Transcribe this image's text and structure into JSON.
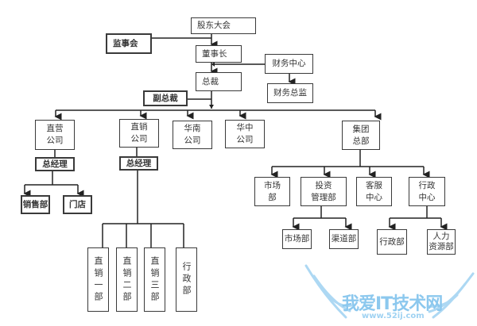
{
  "diagram": {
    "title": "Organization Chart",
    "nodes": {
      "shareholders": "股东大会",
      "supervisory_board": "监事会",
      "chairman": "董事长",
      "finance_center": "财务中心",
      "president": "总裁",
      "finance_director": "财务总监",
      "vice_president": "副总裁",
      "direct_op_company": "直营\n公司",
      "direct_sales_company": "直销\n公司",
      "south_china_company": "华南\n公司",
      "central_china_company": "华中\n公司",
      "group_hq": "集团\n总部",
      "gm_direct_op": "总经理",
      "gm_direct_sales": "总经理",
      "sales_dept": "销售部",
      "store": "门店",
      "direct_sales_1": "直销一部",
      "direct_sales_2": "直销二部",
      "direct_sales_3": "直销三部",
      "admin_dept_sales": "行政部",
      "marketing_dept": "市场\n部",
      "investment_dept": "投资\n管理部",
      "customer_service": "客服\n中心",
      "admin_center": "行政\n中心",
      "market_dept": "市场部",
      "channel_dept": "渠道部",
      "admin_dept": "行政部",
      "hr_dept": "人力\n资源部"
    },
    "watermark": {
      "title": "我爱IT技术网",
      "url": "www.52ij.com",
      "color": "#8cc8ee"
    }
  }
}
